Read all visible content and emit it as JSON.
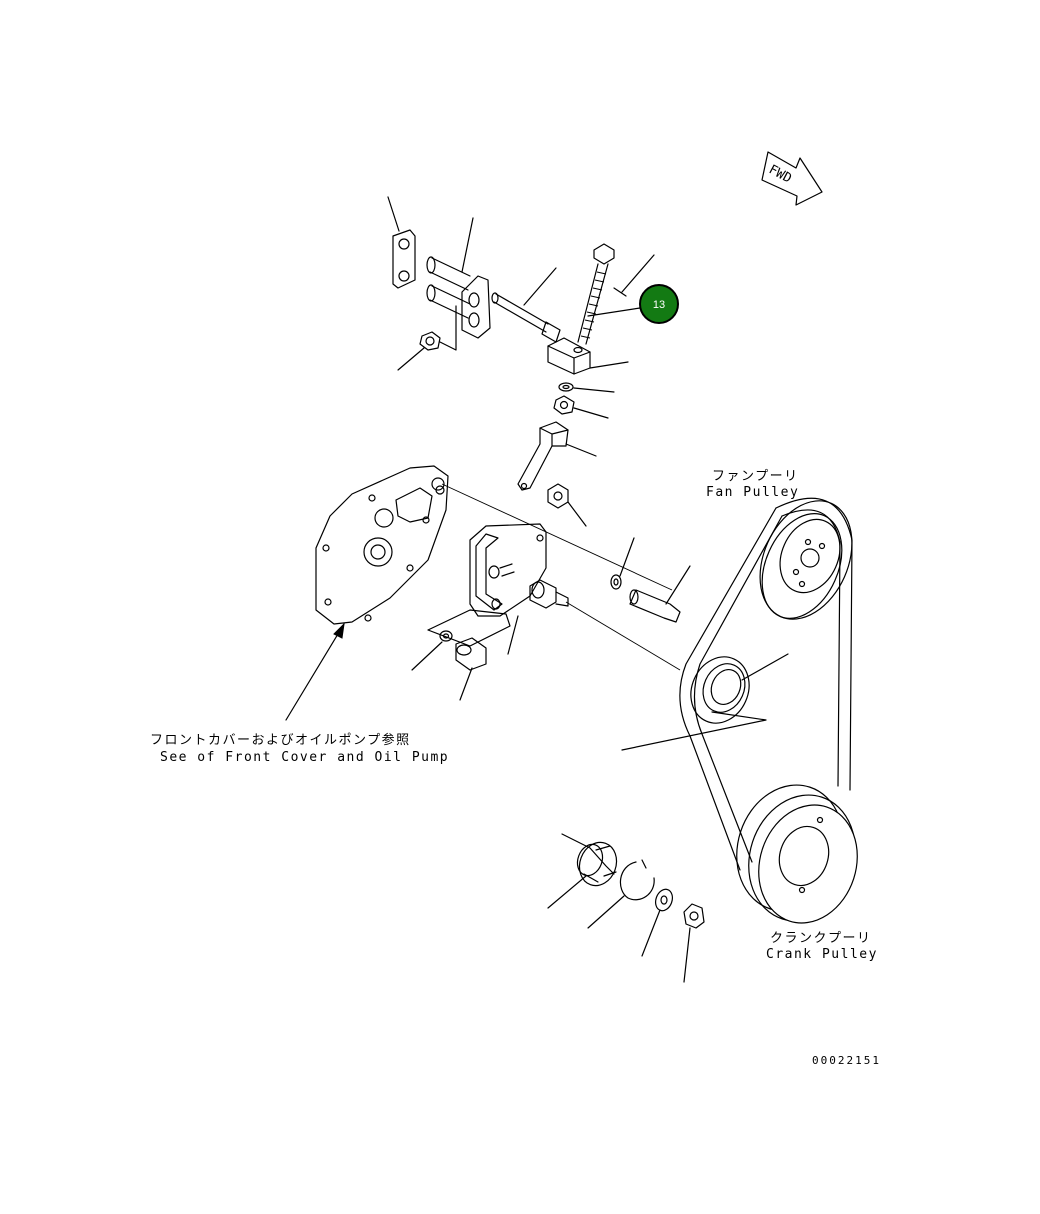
{
  "labels": {
    "fan_pulley_jp": "ファンプーリ",
    "fan_pulley_en": "Fan Pulley",
    "crank_pulley_jp": "クランクプーリ",
    "crank_pulley_en": "Crank Pulley",
    "front_cover_jp": "フロントカバーおよびオイルポンプ参照",
    "front_cover_en": "See of Front Cover and Oil Pump",
    "fwd": "FWD",
    "drawing_code": "00022151"
  },
  "callout": {
    "number": "13",
    "color": "#137a13",
    "border_color": "#000000"
  }
}
